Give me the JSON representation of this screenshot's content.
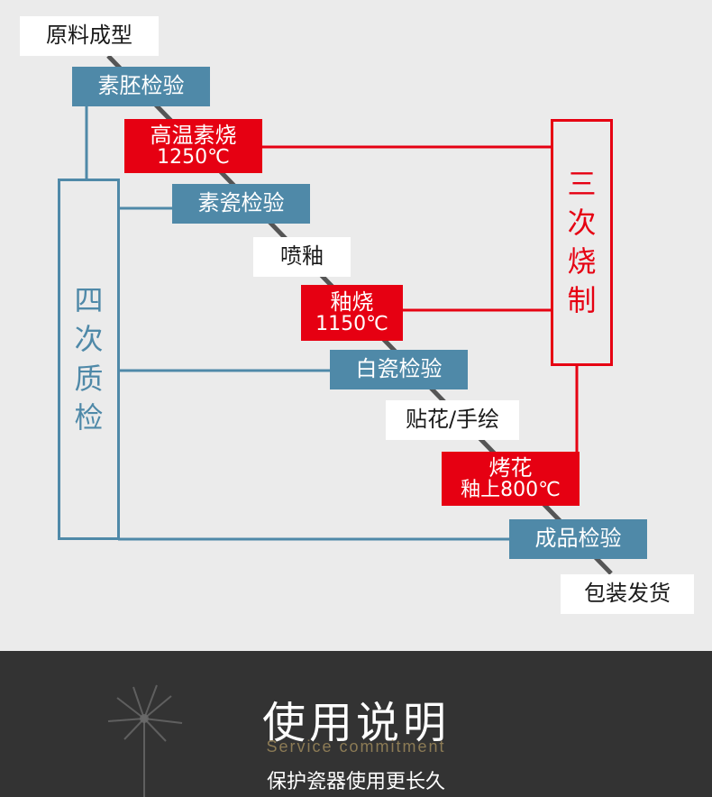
{
  "steps": {
    "raw_forming": "原料成型",
    "bisque_inspection": "素胚检验",
    "bisque_firing": {
      "line1": "高温素烧",
      "line2": "1250℃"
    },
    "biscuit_inspection": "素瓷检验",
    "glaze_spray": "喷釉",
    "glaze_firing": {
      "line1": "釉烧",
      "line2": "1150℃"
    },
    "white_porcelain_inspection": "白瓷检验",
    "decal_painting": "贴花/手绘",
    "decoration_firing": {
      "line1": "烤花",
      "line2": "釉上800℃"
    },
    "final_inspection": "成品检验",
    "packing_shipping": "包装发货"
  },
  "groups": {
    "quality_checks": [
      "四",
      "次",
      "质",
      "检"
    ],
    "firings": [
      "三",
      "次",
      "烧",
      "制"
    ]
  },
  "footer": {
    "title": "使用说明",
    "subtitle": "Service commitment",
    "description": "保护瓷器使用更长久"
  },
  "colors": {
    "blue": "#4f89a8",
    "red": "#e60012",
    "line": "#555555",
    "background": "#ebebeb",
    "footer_bg": "#333333"
  }
}
